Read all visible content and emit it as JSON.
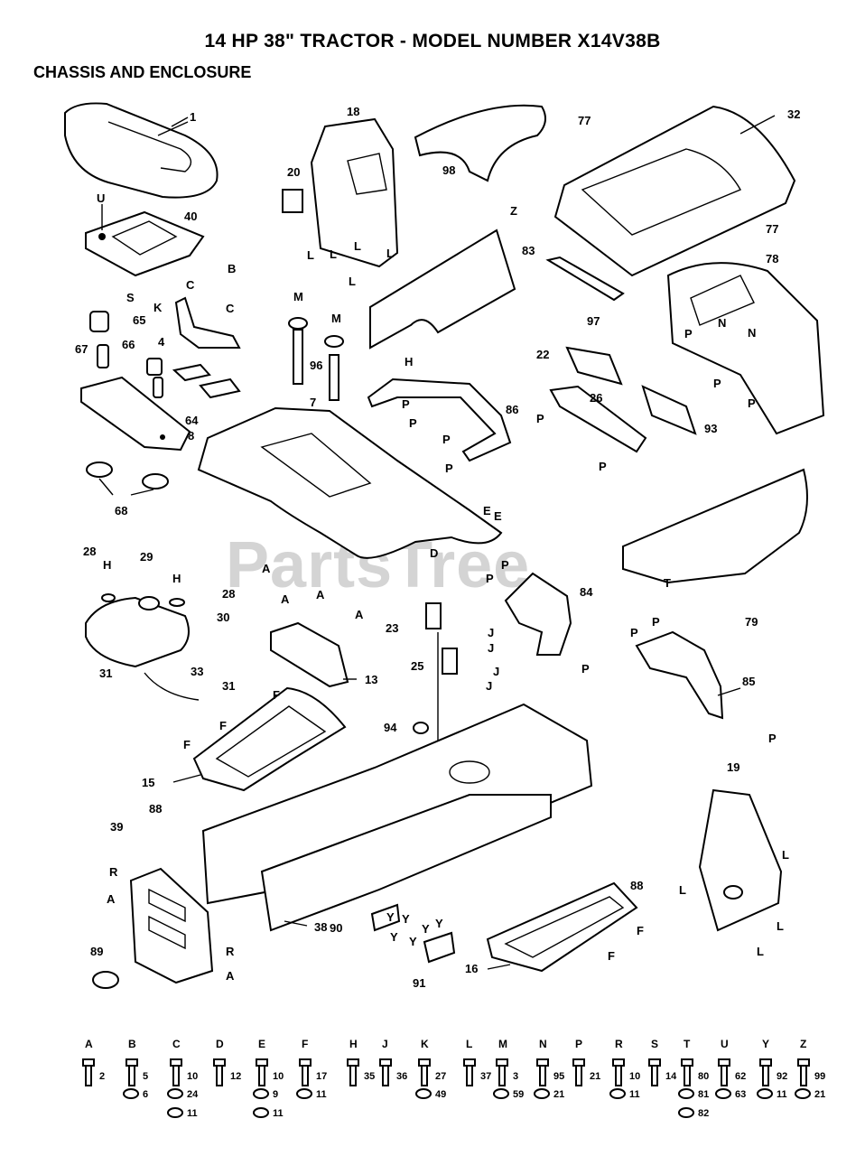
{
  "header": {
    "title": "14 HP 38\" TRACTOR - MODEL NUMBER X14V38B",
    "subtitle": "CHASSIS AND ENCLOSURE"
  },
  "watermark": "PartsTree",
  "callouts": {
    "c1": "1",
    "c40": "40",
    "c4": "4",
    "c65": "65",
    "c66": "66",
    "c67": "67",
    "c64": "64",
    "c68": "68",
    "c18": "18",
    "c20": "20",
    "c98": "98",
    "c96": "96",
    "c7": "7",
    "c8": "8",
    "c77a": "77",
    "c77b": "77",
    "c32": "32",
    "c83": "83",
    "c97": "97",
    "c78": "78",
    "c22": "22",
    "c26": "26",
    "c86": "86",
    "c93": "93",
    "c28a": "28",
    "c28b": "28",
    "c29": "29",
    "c30": "30",
    "c31a": "31",
    "c31b": "31",
    "c33": "33",
    "c13": "13",
    "c23": "23",
    "c25": "25",
    "c84": "84",
    "c79": "79",
    "c85": "85",
    "c94": "94",
    "c19": "19",
    "c15": "15",
    "c88a": "88",
    "c88b": "88",
    "c39": "39",
    "c89": "89",
    "c38": "38",
    "c90": "90",
    "c91": "91",
    "c16": "16"
  },
  "letters": {
    "u": "U",
    "b": "B",
    "s": "S",
    "k": "K",
    "c1": "C",
    "c2": "C",
    "m1": "M",
    "m2": "M",
    "l1": "L",
    "l2": "L",
    "l3": "L",
    "l4": "L",
    "l5": "L",
    "z": "Z",
    "h1": "H",
    "h2": "H",
    "h3": "H",
    "n1": "N",
    "n2": "N",
    "p1": "P",
    "p2": "P",
    "p3": "P",
    "p4": "P",
    "p5": "P",
    "p6": "P",
    "p7": "P",
    "p8": "P",
    "p9": "P",
    "p10": "P",
    "p11": "P",
    "p12": "P",
    "p13": "P",
    "p14": "P",
    "p15": "P",
    "e1": "E",
    "e2": "E",
    "d": "D",
    "t": "T",
    "a1": "A",
    "a2": "A",
    "a3": "A",
    "a4": "A",
    "a5": "A",
    "a6": "A",
    "j1": "J",
    "j2": "J",
    "j3": "J",
    "j4": "J",
    "f1": "F",
    "f2": "F",
    "f3": "F",
    "f4": "F",
    "f5": "F",
    "r1": "R",
    "r2": "R",
    "l6": "L",
    "l7": "L",
    "l8": "L",
    "l9": "L",
    "y1": "Y",
    "y2": "Y",
    "y3": "Y",
    "y4": "Y",
    "y5": "Y",
    "y6": "Y"
  },
  "hardware": [
    {
      "letter": "A",
      "parts": [
        "2"
      ]
    },
    {
      "letter": "B",
      "parts": [
        "5",
        "6"
      ]
    },
    {
      "letter": "C",
      "parts": [
        "10",
        "24",
        "11"
      ]
    },
    {
      "letter": "D",
      "parts": [
        "12"
      ]
    },
    {
      "letter": "E",
      "parts": [
        "10",
        "9",
        "11"
      ]
    },
    {
      "letter": "F",
      "parts": [
        "17",
        "11"
      ]
    },
    {
      "letter": "H",
      "parts": [
        "35"
      ]
    },
    {
      "letter": "J",
      "parts": [
        "36"
      ]
    },
    {
      "letter": "K",
      "parts": [
        "27",
        "49"
      ]
    },
    {
      "letter": "L",
      "parts": [
        "37"
      ]
    },
    {
      "letter": "M",
      "parts": [
        "3",
        "59"
      ]
    },
    {
      "letter": "N",
      "parts": [
        "95",
        "21"
      ]
    },
    {
      "letter": "P",
      "parts": [
        "21"
      ]
    },
    {
      "letter": "R",
      "parts": [
        "10",
        "11"
      ]
    },
    {
      "letter": "S",
      "parts": [
        "14"
      ]
    },
    {
      "letter": "T",
      "parts": [
        "80",
        "81",
        "82"
      ]
    },
    {
      "letter": "U",
      "parts": [
        "62",
        "63"
      ]
    },
    {
      "letter": "Y",
      "parts": [
        "92",
        "11"
      ]
    },
    {
      "letter": "Z",
      "parts": [
        "99",
        "21"
      ]
    }
  ]
}
